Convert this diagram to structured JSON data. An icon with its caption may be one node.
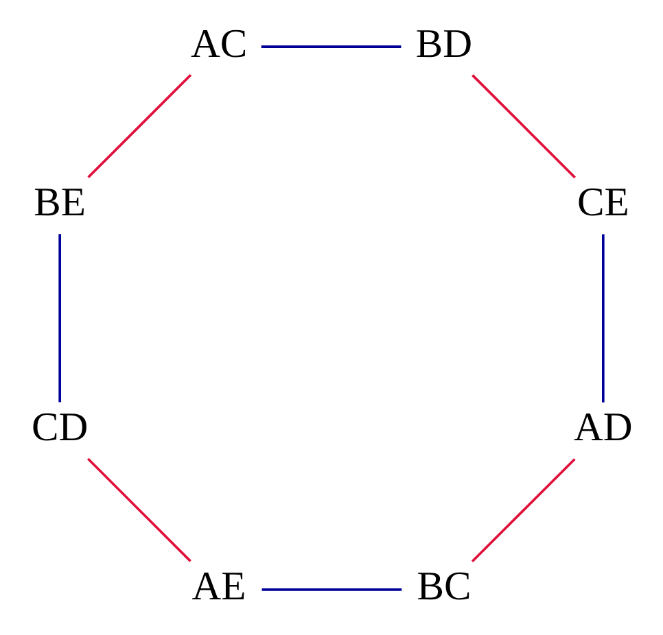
{
  "diagram": {
    "nodes": [
      {
        "text": [
          "AC"
        ]
      },
      {
        "text": [
          "BD"
        ]
      },
      {
        "text": [
          "BE"
        ]
      },
      {
        "text": [
          "CE"
        ]
      },
      {
        "text": [
          "CD"
        ]
      },
      {
        "text": [
          "AD"
        ]
      },
      {
        "text": [
          "AE"
        ]
      },
      {
        "text": [
          "BC"
        ]
      }
    ],
    "edges": [
      {
        "from": 0,
        "to": 1,
        "arrow": "none",
        "color": "#000099"
      },
      {
        "from": 1,
        "to": 3,
        "arrow": "none",
        "color": "#e0103c"
      },
      {
        "from": 3,
        "to": 5,
        "arrow": "none",
        "color": "#000099"
      },
      {
        "from": 5,
        "to": 7,
        "arrow": "none",
        "color": "#e0103c"
      },
      {
        "from": 7,
        "to": 6,
        "arrow": "none",
        "color": "#000099"
      },
      {
        "from": 6,
        "to": 4,
        "arrow": "none",
        "color": "#e0103c"
      },
      {
        "from": 4,
        "to": 2,
        "arrow": "none",
        "color": "#000099"
      },
      {
        "from": 2,
        "to": 0,
        "arrow": "none",
        "color": "#e0103c"
      }
    ]
  }
}
